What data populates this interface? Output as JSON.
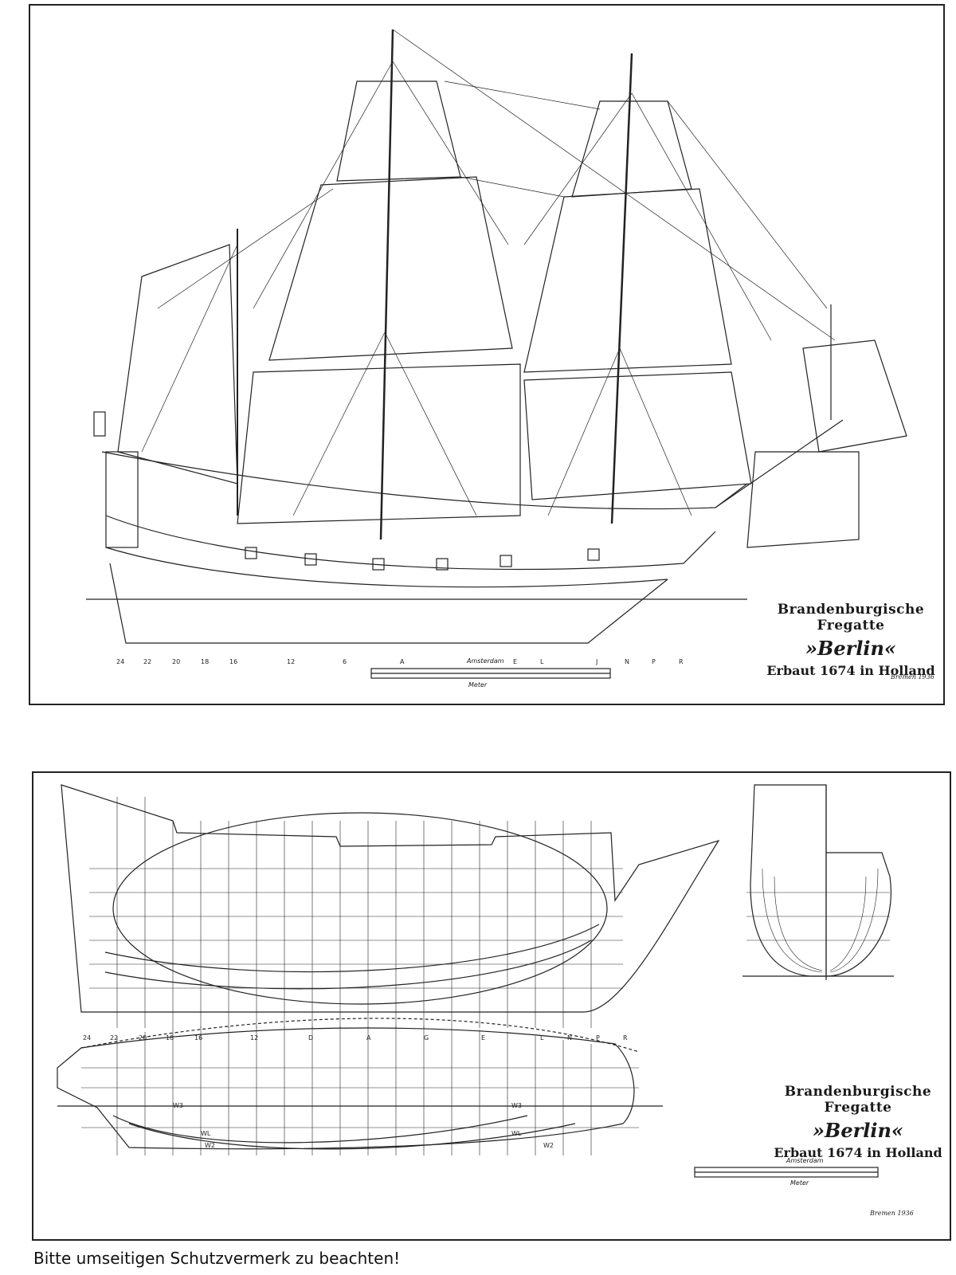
{
  "top_sheet": {
    "title_line1": "Brandenburgische Fregatte",
    "title_line2": "»Berlin«",
    "title_line3": "Erbaut 1674 in Holland",
    "scale_label_top": "Amsterdam",
    "scale_label_bottom": "Meter",
    "signature": "Bremen 1936",
    "station_marks": [
      "24",
      "22",
      "20",
      "18",
      "16",
      "12",
      "6",
      "A",
      "",
      "E",
      "L",
      "J",
      "N",
      "P",
      "R"
    ]
  },
  "bottom_sheet": {
    "title_line1": "Brandenburgische Fregatte",
    "title_line2": "»Berlin«",
    "title_line3": "Erbaut 1674 in Holland",
    "scale_label_top": "Amsterdam",
    "scale_label_bottom": "Meter",
    "signature": "Bremen 1936",
    "station_marks": [
      "24",
      "22",
      "20",
      "18",
      "16",
      "12",
      "D",
      "A",
      "G",
      "E",
      "L",
      "N",
      "P",
      "R"
    ],
    "waterline_labels": [
      "WL",
      "W2",
      "W3",
      "WL",
      "W2",
      "W3"
    ]
  },
  "footer": {
    "note": "Bitte umseitigen Schutzvermerk zu beachten!"
  }
}
